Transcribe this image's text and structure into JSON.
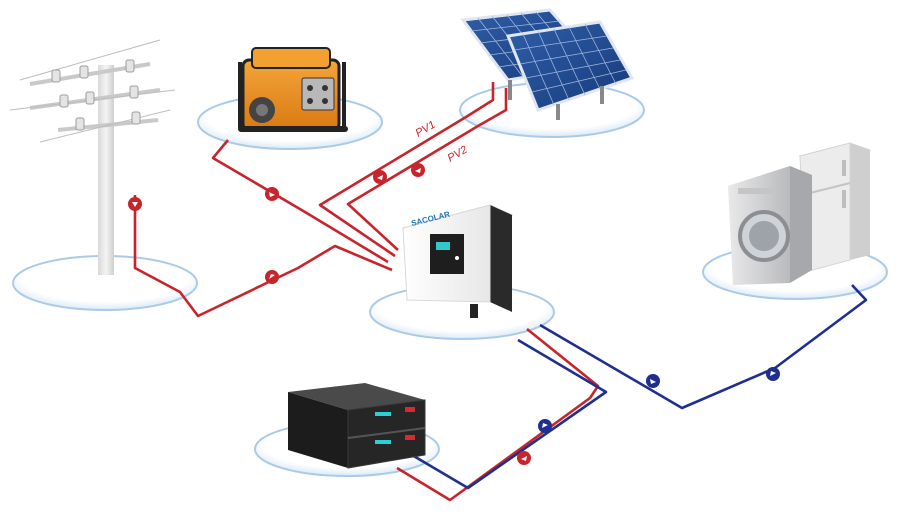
{
  "labels": {
    "pv1": "PV1",
    "pv2": "PV2",
    "inverter_brand": "SACOLAR"
  },
  "colors": {
    "ac_line": "#c8242c",
    "dc_line": "#1f2f8f",
    "platform_fill": "#ffffff",
    "platform_edge": "#a9cbe8"
  },
  "icons": {
    "grid": "utility-pole-icon",
    "generator": "generator-icon",
    "solar": "solar-panel-icon",
    "inverter": "inverter-icon",
    "appliances": "appliances-icon",
    "battery": "battery-rack-icon"
  }
}
